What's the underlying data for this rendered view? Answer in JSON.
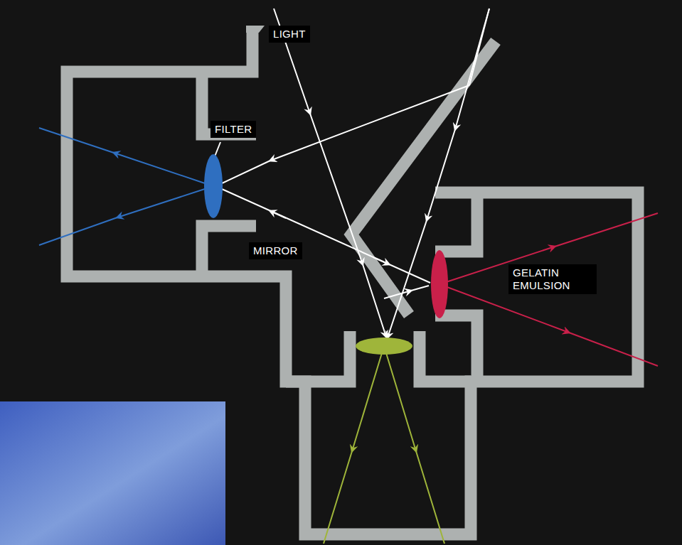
{
  "diagram": {
    "labels": [
      "LIGHT",
      "FILTER",
      "MIRROR",
      "GELATIN EMULSION"
    ]
  }
}
